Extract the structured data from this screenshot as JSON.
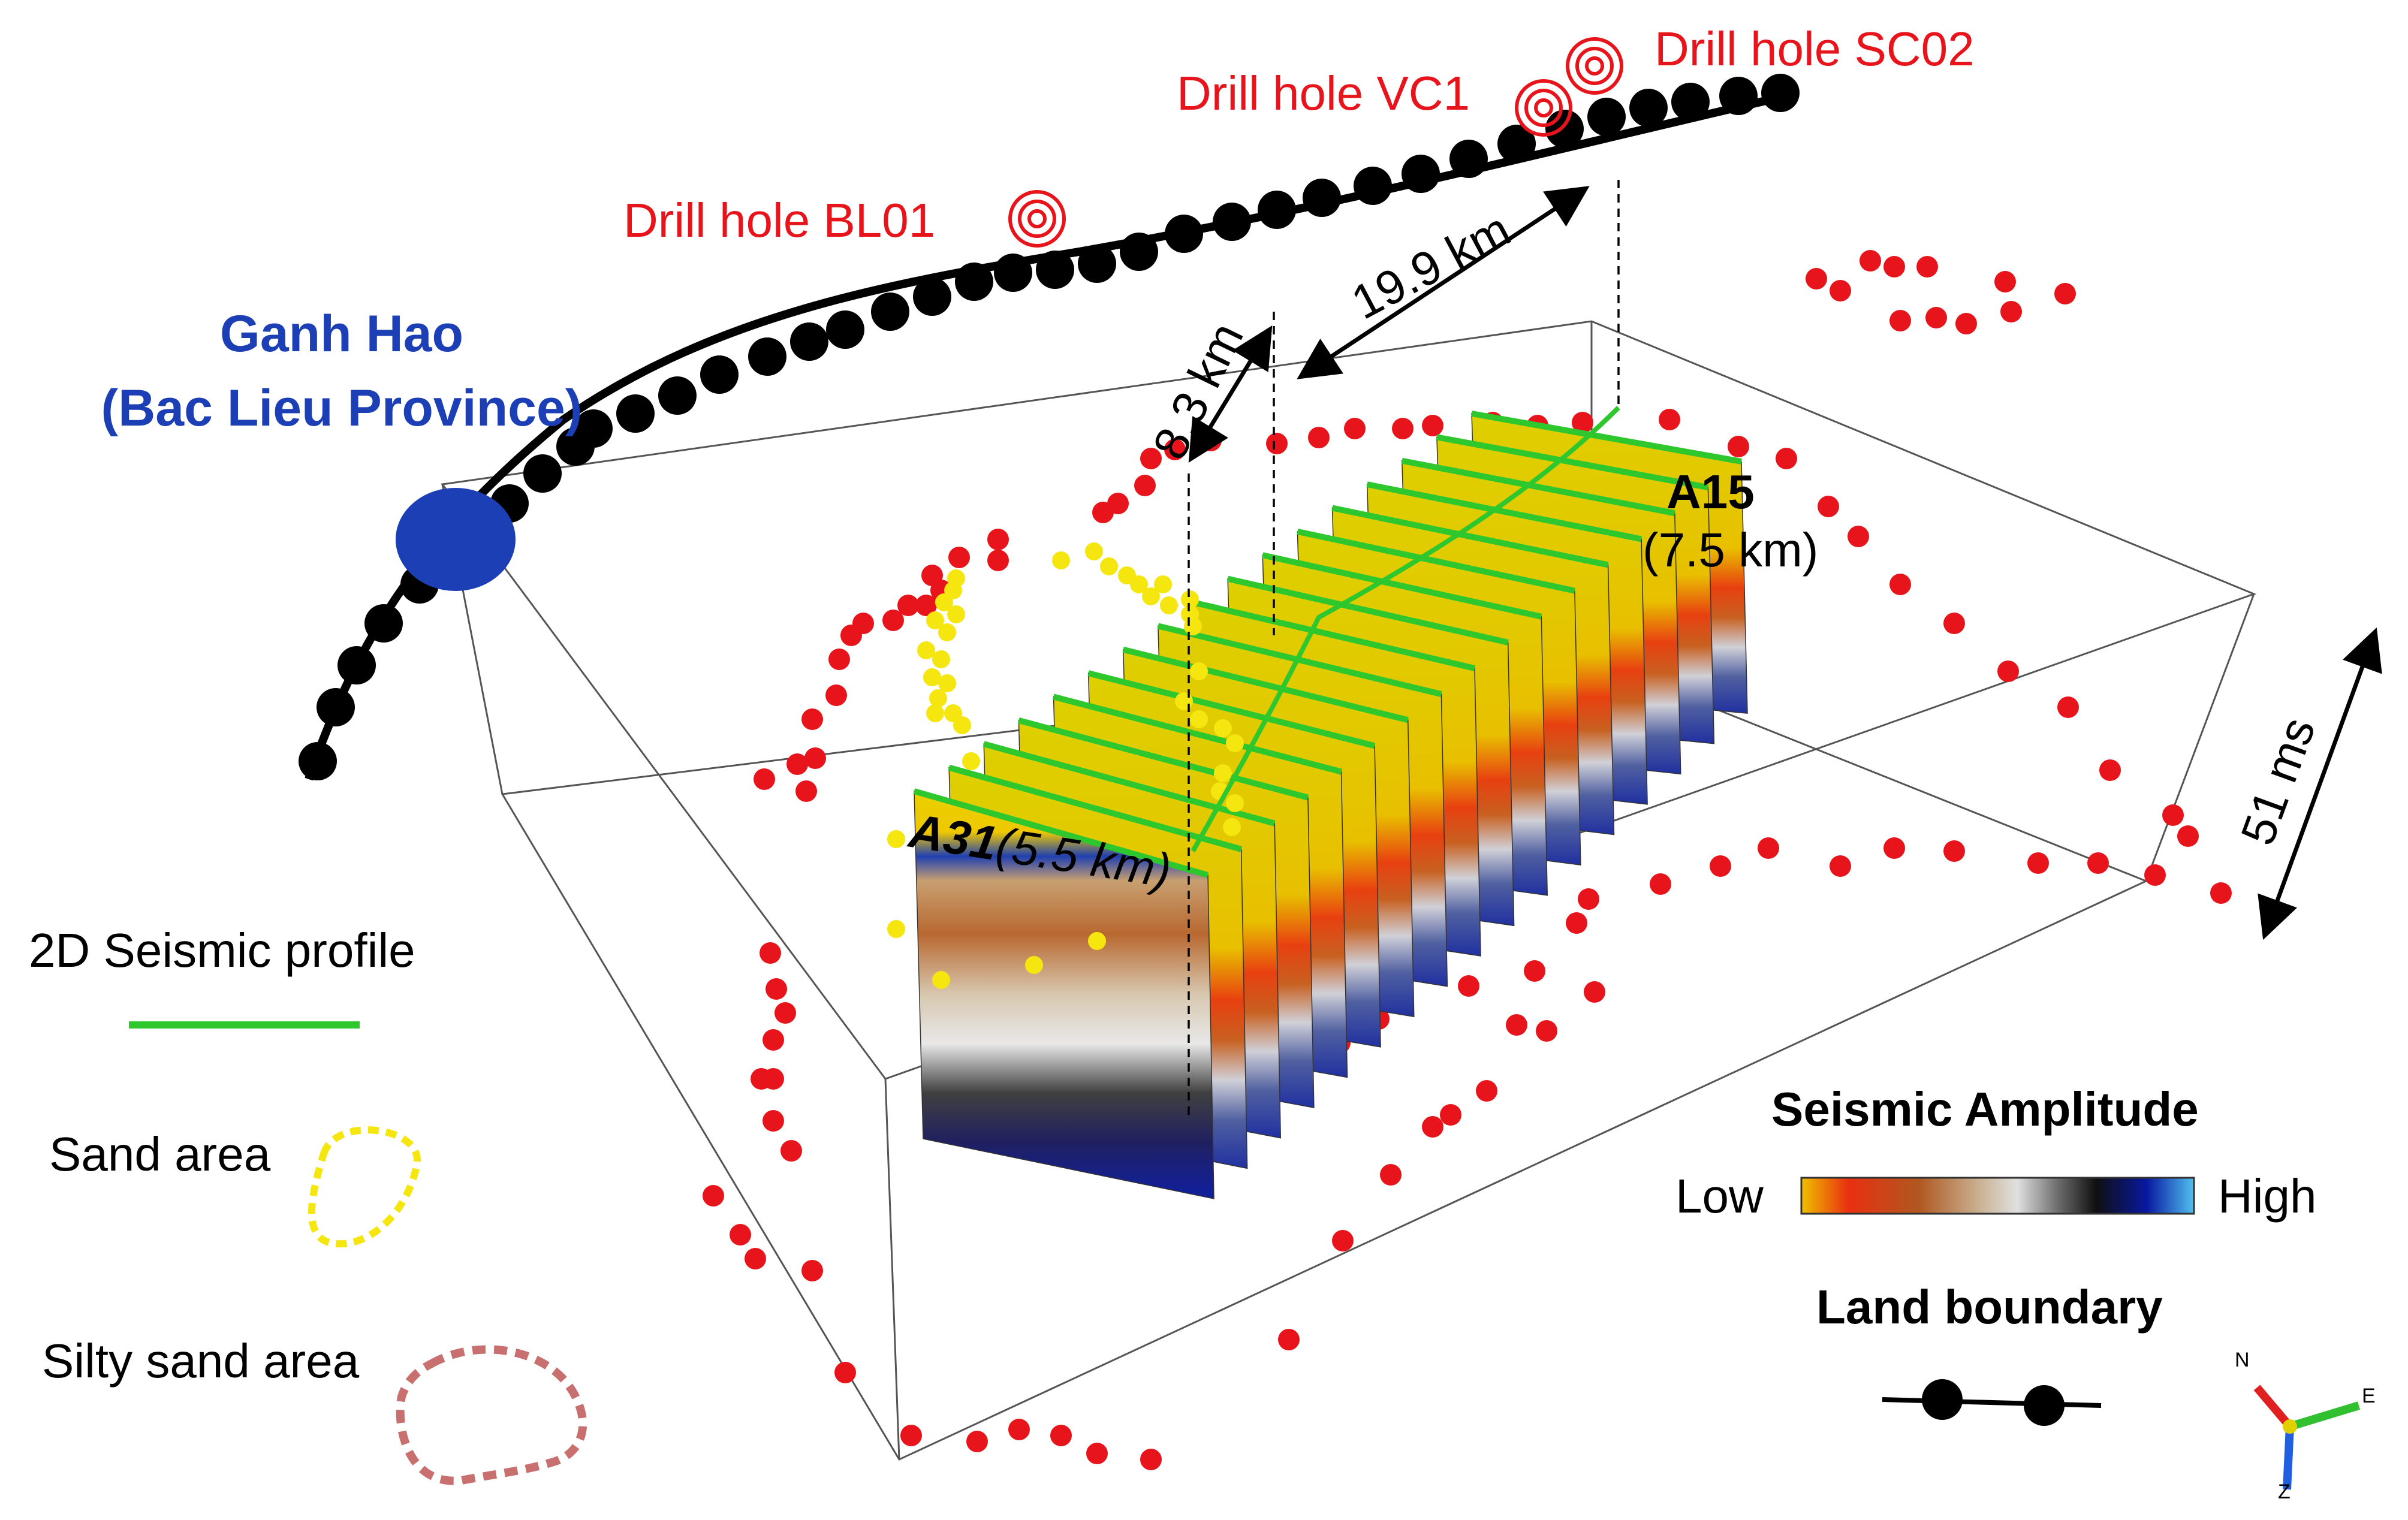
{
  "location": {
    "line1": "Ganh Hao",
    "line2": "(Bac Lieu Province)",
    "color": "#1c3fb5"
  },
  "drill_holes": [
    {
      "label": "Drill hole BL01"
    },
    {
      "label": "Drill hole VC1"
    },
    {
      "label": "Drill hole SC02"
    }
  ],
  "drill_hole_color": "#e8141b",
  "dimensions": {
    "width": "19.9 km",
    "depth": "8.3 km",
    "twt": "51 ms"
  },
  "profiles": {
    "first": {
      "name": "A31",
      "length": "(5.5 km)"
    },
    "last": {
      "name": "A15",
      "length": "(7.5 km)"
    }
  },
  "legend": {
    "seismic_profile": {
      "label": "2D Seismic profile",
      "color": "#2ec82e"
    },
    "sand_area": {
      "label": "Sand area",
      "color": "#f5e60f"
    },
    "silty_sand_area": {
      "label": "Silty sand area",
      "color": "#c87070"
    },
    "amplitude": {
      "title": "Seismic Amplitude",
      "low": "Low",
      "high": "High",
      "colors": [
        "#f0c000",
        "#e83010",
        "#b05820",
        "#c8b090",
        "#e0e0e0",
        "#707070",
        "#101010",
        "#0818a0",
        "#50c0f0"
      ]
    },
    "land_boundary": {
      "label": "Land boundary",
      "color": "#000000"
    }
  },
  "compass": {
    "n": "N",
    "e": "E",
    "z": "Z"
  },
  "point_colors": {
    "silty_sand": "#e8141b",
    "sand": "#f5e60f",
    "boundary": "#000000"
  }
}
